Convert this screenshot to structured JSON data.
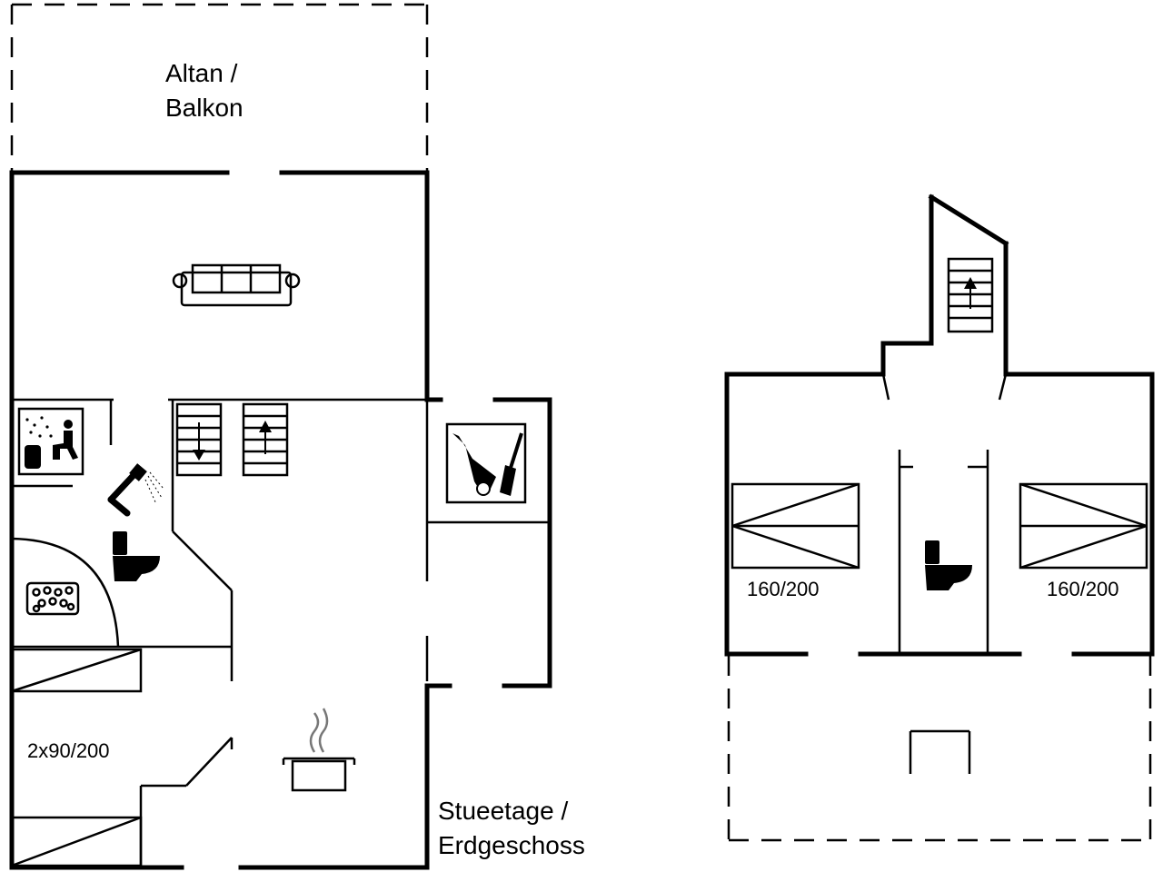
{
  "labels": {
    "balcony_line1": "Altan /",
    "balcony_line2": "Balkon",
    "ground_line1": "Stueetage /",
    "ground_line2": "Erdgeschoss",
    "bed_ground": "2x90/200",
    "bed_upper_left": "160/200",
    "bed_upper_right": "160/200"
  },
  "colors": {
    "line": "#000000",
    "background": "#ffffff"
  },
  "icons": [
    "sofa-icon",
    "sauna-icon",
    "shower-icon",
    "toilet-icon",
    "whirlpool-icon",
    "stairs-down-icon",
    "stairs-up-icon",
    "utility-tools-icon",
    "cooking-pot-icon",
    "bed-icon"
  ]
}
